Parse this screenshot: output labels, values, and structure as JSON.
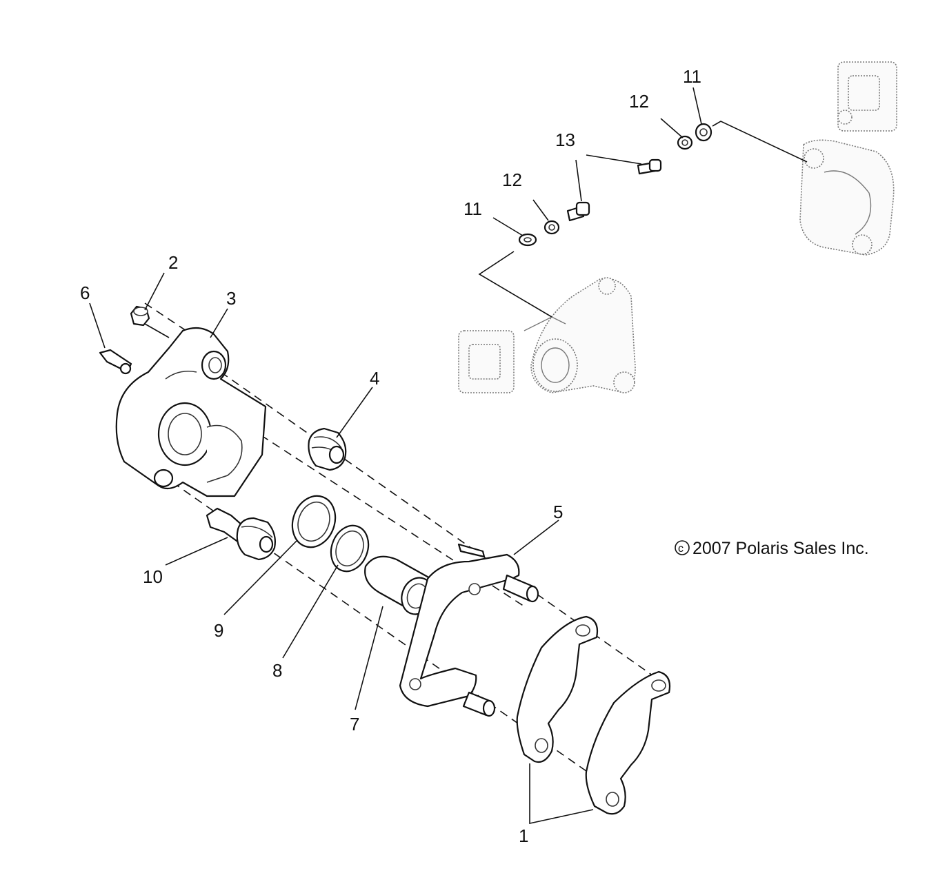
{
  "callouts": {
    "c1": "1",
    "c2": "2",
    "c3": "3",
    "c4": "4",
    "c5": "5",
    "c6": "6",
    "c7": "7",
    "c8": "8",
    "c9": "9",
    "c10": "10",
    "c11a": "11",
    "c11b": "11",
    "c12a": "12",
    "c12b": "12",
    "c13": "13"
  },
  "copyright": {
    "symbol": "c",
    "text": "2007 Polaris Sales Inc."
  }
}
